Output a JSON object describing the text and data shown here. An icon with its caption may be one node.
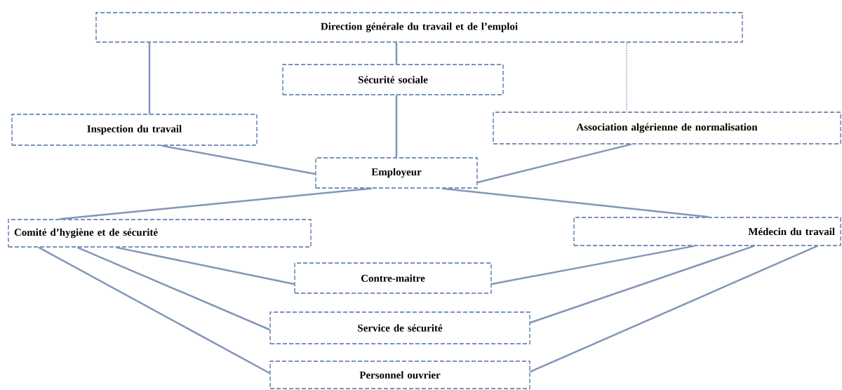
{
  "diagram": {
    "nodes": [
      {
        "text": [
          "Direction générale du travail et de l’emploi"
        ]
      },
      {
        "text": [
          "Sécurité sociale"
        ]
      },
      {
        "text": [
          "Inspection du travail"
        ]
      },
      {
        "text": [
          "Association algérienne de normalisation"
        ]
      },
      {
        "text": [
          "Employeur"
        ]
      },
      {
        "text": [
          "Comité d’hygiène et de sécurité"
        ]
      },
      {
        "text": [
          "Médecin du travail"
        ]
      },
      {
        "text": [
          "Contre-maitre"
        ]
      },
      {
        "text": [
          "Service de sécurité"
        ]
      },
      {
        "text": [
          "Personnel ouvrier"
        ]
      }
    ],
    "edges": [
      {
        "from": 0,
        "to": 2,
        "arrow": "none"
      },
      {
        "from": 0,
        "to": 1,
        "arrow": "none"
      },
      {
        "from": 0,
        "to": 3,
        "arrow": "none",
        "style": "dashed"
      },
      {
        "from": 1,
        "to": 4,
        "arrow": "none"
      },
      {
        "from": 2,
        "to": 4,
        "arrow": "none"
      },
      {
        "from": 3,
        "to": 4,
        "arrow": "none"
      },
      {
        "from": 4,
        "to": 5,
        "arrow": "none"
      },
      {
        "from": 4,
        "to": 6,
        "arrow": "none"
      },
      {
        "from": 5,
        "to": 7,
        "arrow": "none"
      },
      {
        "from": 5,
        "to": 8,
        "arrow": "none"
      },
      {
        "from": 5,
        "to": 9,
        "arrow": "none"
      },
      {
        "from": 6,
        "to": 7,
        "arrow": "none"
      },
      {
        "from": 6,
        "to": 8,
        "arrow": "none"
      },
      {
        "from": 6,
        "to": 9,
        "arrow": "none"
      }
    ]
  }
}
